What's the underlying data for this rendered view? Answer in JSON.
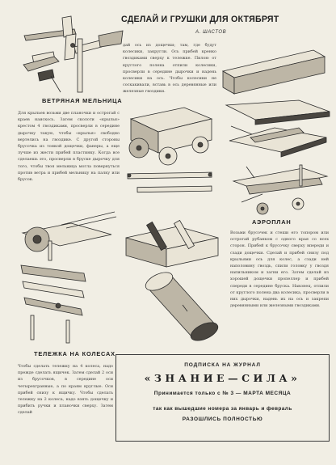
{
  "article": {
    "title": "СДЕЛАЙ И ГРУШКИ ДЛЯ ОКТЯБРЯТ",
    "author": "А. ШАСТОВ"
  },
  "sections": {
    "windmill": {
      "heading": "ВЕТРЯНАЯ МЕЛЬНИЦА",
      "text": "Для крыльев возьми две планочки и острогай с краев наискось. Затем сколоти «крылья» крестом 4 гвоздиками, просверли в середине дырочку такую, чтобы «крылья» свободно вертелись на гвоздике. С другой стороны брусочка из тонкой дощечки, фанеры, а еще лучше из жести прибей пластинку. Когда все сделаешь это, просверли в бруске дырочку для того, чтобы твоя мельница могла повернуться против ветра и прибей мельницу на палку или брусок."
    },
    "cart_top": {
      "text": "дай ось из дощечки; там, где будут колесики, закругли. Ось прибей кренко гвоздиками сверху к тележке. Пилою от круглого полена отпили колесики, просверли в середине дырочки и надень колесики на ось. Чтобы колесики не соскакивали, вставь в ось деревянные или железные гвоздики."
    },
    "cart": {
      "heading": "ТЕЛЕЖКА НА КОЛЕСАХ",
      "text": "Чтобы сделать тележку на 4 колеса, надо прежде сделать ящичек. Затем сделай 2 оси из брусочков, в середине оси четырехгранные, а по краям круглые. Оси прибей снизу к ящичку. Чтобы сделать тележку на 2 колеса, надо взять дощечку и прибить ручки и планочки сверху. Затем сделай"
    },
    "airplane": {
      "heading": "АЭРОПЛАН",
      "text": "Возьми брусочек и стеши его топором или острогай рубанком с одного края со всех сторон. Прибей к брусочку сверху впереди и сзади дощечки. Сделай и прибей снизу под крыльями ось для колес, а сзади ней наполовину гвоздь, спили головку у гвоздя напильником и загни его. Затем сделай из хорошей дощечки пропеллер и прибей спереди в середине бруска. Наконец, отпили от круглого полена два колесика, просверли в них дырочки, надень их на ось и закрепи деревянными или железными гвоздиками."
    }
  },
  "subscription": {
    "line1": "ПОДПИСКА НА ЖУРНАЛ",
    "line2": "«ЗНАНИЕ—СИЛА»",
    "line3": "Принимается только с № 3 — МАРТА МЕСЯЦА",
    "line4": "так как вышедшие номера за январь и февраль",
    "line5": "РАЗОШЛИСЬ ПОЛНОСТЬЮ"
  }
}
